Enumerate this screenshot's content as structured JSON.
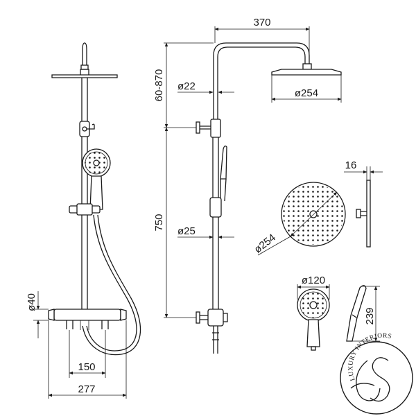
{
  "dimensions": {
    "arm_length": "370",
    "top_height_range": "60-870",
    "pipe_upper_diameter": "ø22",
    "overhead_diameter_side": "ø254",
    "rail_length": "750",
    "pipe_lower_diameter": "ø25",
    "overhead_thickness": "16",
    "overhead_diameter_front": "ø254",
    "hand_shower_diameter": "ø120",
    "hand_shower_length": "239",
    "mixer_diameter": "ø40",
    "mixer_center_distance": "150",
    "mixer_total_width": "277"
  },
  "logo": {
    "brand_text": "LUXURY INTERIORS"
  }
}
